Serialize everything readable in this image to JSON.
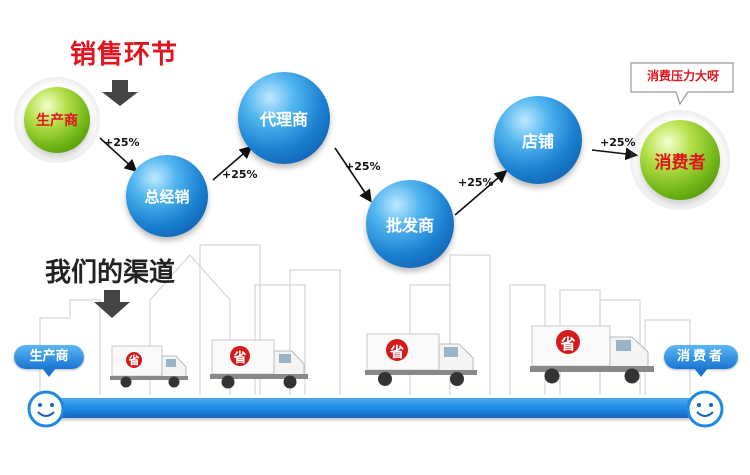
{
  "top_title": "销售环节",
  "bottom_title": "我们的渠道",
  "flow": {
    "producer": "生产商",
    "distributor": "总经销",
    "agent": "代理商",
    "wholesaler": "批发商",
    "store": "店铺",
    "consumer": "消费者",
    "markups": [
      "+25%",
      "+25%",
      "+25%",
      "+25%",
      "+25%"
    ],
    "speech_bubble": "消费压力大呀"
  },
  "channel": {
    "start_label": "生产商",
    "end_label": "消费者",
    "truck_sign": "省"
  },
  "colors": {
    "accent_red": "#e0141e",
    "ball_blue": "#1a7fd0",
    "ball_green": "#6fb514",
    "bar_blue": "#1e88e5"
  }
}
